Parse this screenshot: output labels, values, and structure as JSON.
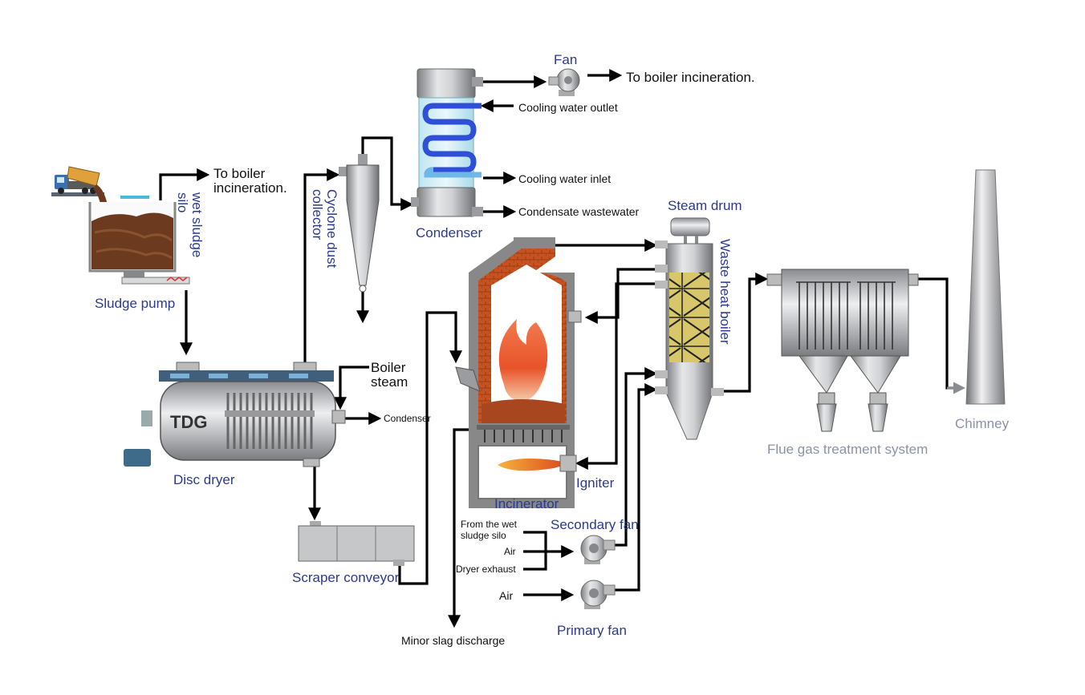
{
  "labels": {
    "fan": "Fan",
    "to_boiler_top": "To boiler incineration.",
    "cooling_water_outlet": "Cooling water outlet",
    "cooling_water_inlet": "Cooling water inlet",
    "condensate_wastewater": "Condensate wastewater",
    "condenser": "Condenser",
    "steam_drum": "Steam drum",
    "to_boiler_left_1": "To boiler",
    "to_boiler_left_2": "incineration.",
    "wet_sludge_silo_1": "wet sludge",
    "wet_sludge_silo_2": "silo",
    "cyclone_1": "Cyclone dust",
    "cyclone_2": "collector",
    "waste_heat_boiler": "Waste heat boiler",
    "sludge_pump": "Sludge pump",
    "boiler_steam_1": "Boiler",
    "boiler_steam_2": "steam",
    "condenser_small": "Condenser",
    "disc_dryer": "Disc dryer",
    "dryer_brand": "TDG",
    "igniter": "Igniter",
    "incinerator": "Incinerator",
    "secondary_fan": "Secondary fan",
    "from_wet_silo_1": "From the wet",
    "from_wet_silo_2": "sludge silo",
    "air_secondary": "Air",
    "dryer_exhaust": "Dryer exhaust",
    "air_primary": "Air",
    "primary_fan": "Primary fan",
    "scraper_conveyor": "Scraper conveyor",
    "minor_slag": "Minor slag discharge",
    "flue_gas": "Flue gas treatment system",
    "chimney": "Chimney"
  },
  "colors": {
    "label_blue": "#2b3a8f",
    "label_gray": "#8a93a8",
    "flame": "#e8532a",
    "brick": "#c0491c",
    "sludge": "#6b3a1f",
    "coil": "#2f4fd6"
  }
}
